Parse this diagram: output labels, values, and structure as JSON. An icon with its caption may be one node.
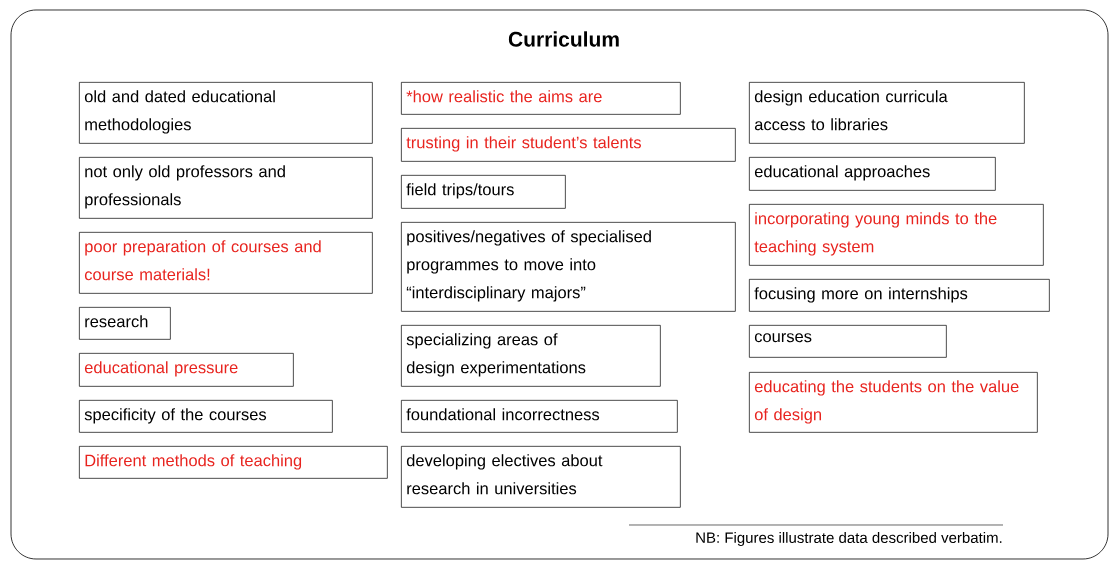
{
  "diagram": {
    "title": "Curriculum",
    "caption": "NB: Figures illustrate data described verbatim.",
    "nodes": [
      {
        "text": [
          "old and dated educational methodologies"
        ]
      },
      {
        "text": [
          "not only old professors and professionals"
        ]
      },
      {
        "text": [
          "poor preparation of courses and course materials!"
        ]
      },
      {
        "text": [
          "research"
        ]
      },
      {
        "text": [
          "educational pressure"
        ]
      },
      {
        "text": [
          "specificity of the courses"
        ]
      },
      {
        "text": [
          "Different methods of teaching"
        ]
      },
      {
        "text": [
          "*how realistic the aims are"
        ]
      },
      {
        "text": [
          "trusting in their student’s talents"
        ]
      },
      {
        "text": [
          "field trips/tours"
        ]
      },
      {
        "text": [
          "positives/negatives of specialised programmes to move into “interdisciplinary majors”"
        ]
      },
      {
        "text": [
          "specializing areas of design experimentations"
        ]
      },
      {
        "text": [
          "foundational incorrectness"
        ]
      },
      {
        "text": [
          "developing electives about research in universities"
        ]
      },
      {
        "text": [
          "design education curricula access to libraries"
        ]
      },
      {
        "text": [
          "educational approaches"
        ]
      },
      {
        "text": [
          "incorporating young minds to the teaching system"
        ]
      },
      {
        "text": [
          "focusing more on internships"
        ]
      },
      {
        "text": [
          "courses"
        ]
      },
      {
        "text": [
          "educating the students on the value of design"
        ]
      }
    ]
  }
}
